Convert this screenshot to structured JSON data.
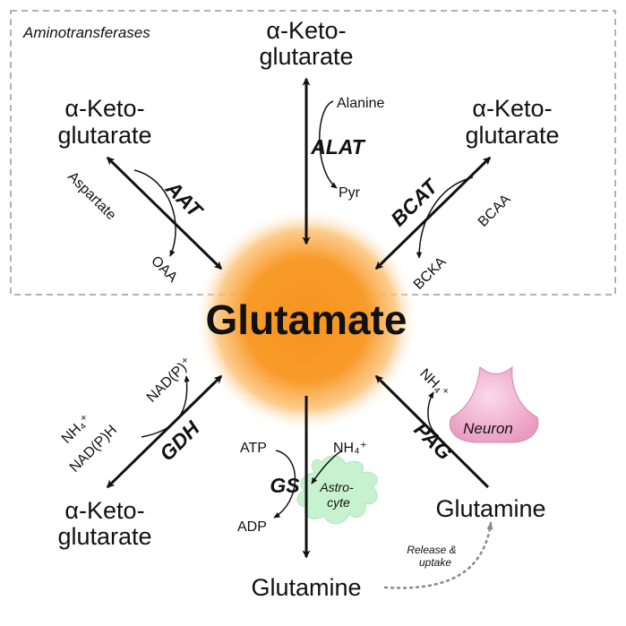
{
  "box_label": "Aminotransferases",
  "center": "Glutamate",
  "akg": {
    "top": [
      "α-Keto-",
      "glutarate"
    ],
    "left": [
      "α-Keto-",
      "glutarate"
    ],
    "right": [
      "α-Keto-",
      "glutarate"
    ],
    "bottom_left": [
      "α-Keto-",
      "glutarate"
    ]
  },
  "enzymes": {
    "alat": "ALAT",
    "aat": "AAT",
    "bcat": "BCAT",
    "gdh": "GDH",
    "gs": "GS",
    "pag": "PAG"
  },
  "substrates": {
    "alanine": "Alanine",
    "pyr": "Pyr",
    "aspartate": "Aspartate",
    "oaa": "OAA",
    "bcaa": "BCAA",
    "bcka": "BCKA",
    "nadp_plus": "NAD(P)⁺",
    "nh4_gdh": "NH₄⁺",
    "nadph": "NAD(P)H",
    "atp": "ATP",
    "adp": "ADP",
    "nh4_gs": "NH₄⁺",
    "nh4_pag": "NH₄⁺"
  },
  "cells": {
    "astro": [
      "Astro-",
      "cyte"
    ],
    "neuron": "Neuron"
  },
  "glutamine_bottom": "Glutamine",
  "glutamine_right": "Glutamine",
  "release": [
    "Release &",
    "uptake"
  ],
  "colors": {
    "glow": "#f7941d",
    "neuron": "#f3b8d6",
    "astrocyte": "#c6f2cf",
    "box_border": "#999999"
  }
}
